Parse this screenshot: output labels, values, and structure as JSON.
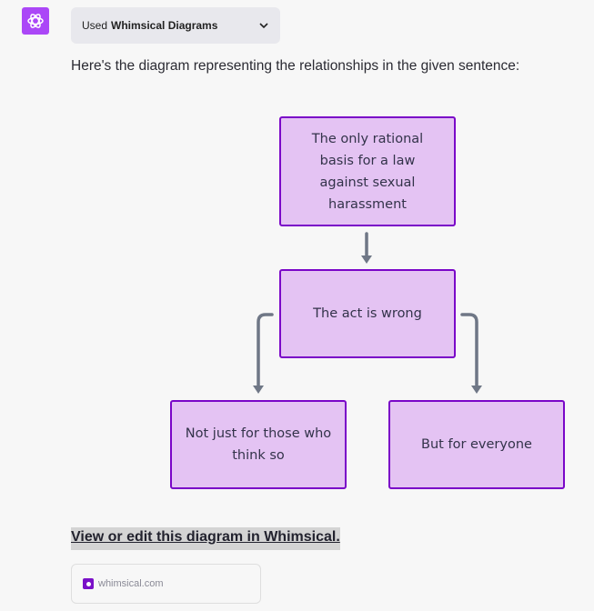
{
  "header": {
    "used_prefix": "Used",
    "plugin_name": "Whimsical Diagrams"
  },
  "intro_text": "Here's the diagram representing the relationships in the given sentence:",
  "diagram": {
    "nodes": [
      {
        "id": "basis",
        "label": "The only rational basis for a law against sexual harassment"
      },
      {
        "id": "wrong",
        "label": "The act is wrong"
      },
      {
        "id": "not-just",
        "label": "Not just for those who think so"
      },
      {
        "id": "everyone",
        "label": "But for everyone"
      }
    ],
    "edges": [
      [
        "basis",
        "wrong"
      ],
      [
        "wrong",
        "not-just"
      ],
      [
        "wrong",
        "everyone"
      ]
    ],
    "colors": {
      "node_fill": "#e4c3f3",
      "node_border": "#7a06c8",
      "edge": "#6f7786"
    }
  },
  "link_text": "View or edit this diagram in Whimsical.",
  "card": {
    "domain": "whimsical.com"
  }
}
